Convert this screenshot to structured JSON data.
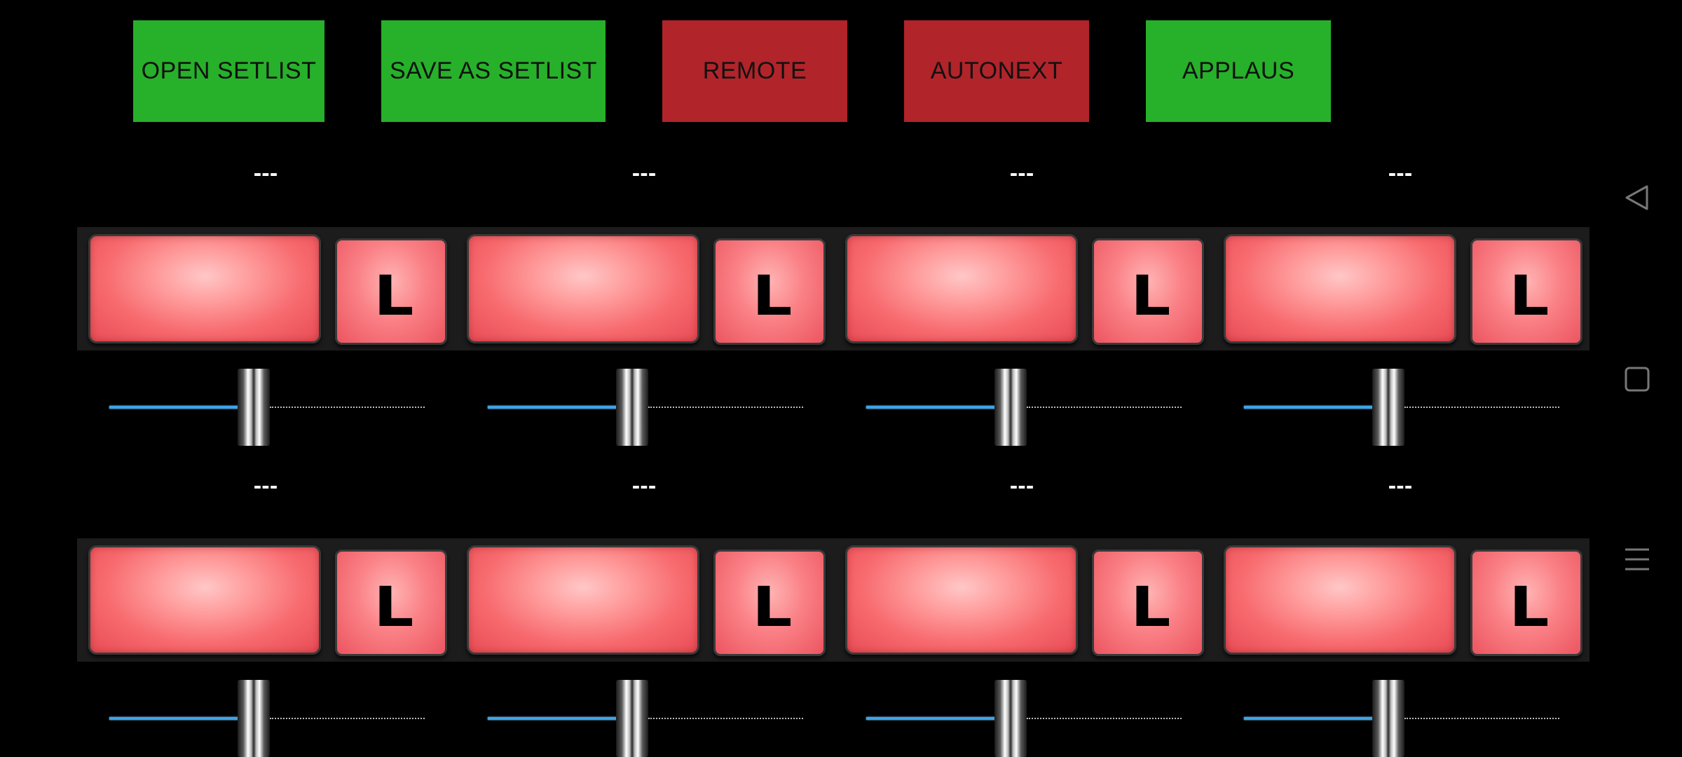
{
  "toolbar": {
    "open_setlist": "OPEN SETLIST",
    "save_as_setlist": "SAVE AS SETLIST",
    "remote": "REMOTE",
    "autonext": "AUTONEXT",
    "applaus": "APPLAUS"
  },
  "colors": {
    "green_button": "#27b02a",
    "red_button": "#b1242a",
    "pad": "#f76a6e",
    "slider_fill": "#3ea4e8"
  },
  "rows": [
    {
      "tracks": [
        {
          "label": "---",
          "loop_label": "L",
          "volume": 0.45
        },
        {
          "label": "---",
          "loop_label": "L",
          "volume": 0.45
        },
        {
          "label": "---",
          "loop_label": "L",
          "volume": 0.45
        },
        {
          "label": "---",
          "loop_label": "L",
          "volume": 0.45
        }
      ]
    },
    {
      "tracks": [
        {
          "label": "---",
          "loop_label": "L",
          "volume": 0.45
        },
        {
          "label": "---",
          "loop_label": "L",
          "volume": 0.45
        },
        {
          "label": "---",
          "loop_label": "L",
          "volume": 0.45
        },
        {
          "label": "---",
          "loop_label": "L",
          "volume": 0.45
        }
      ]
    }
  ],
  "nav": {
    "icons": [
      "back-icon",
      "home-icon",
      "menu-icon"
    ]
  }
}
